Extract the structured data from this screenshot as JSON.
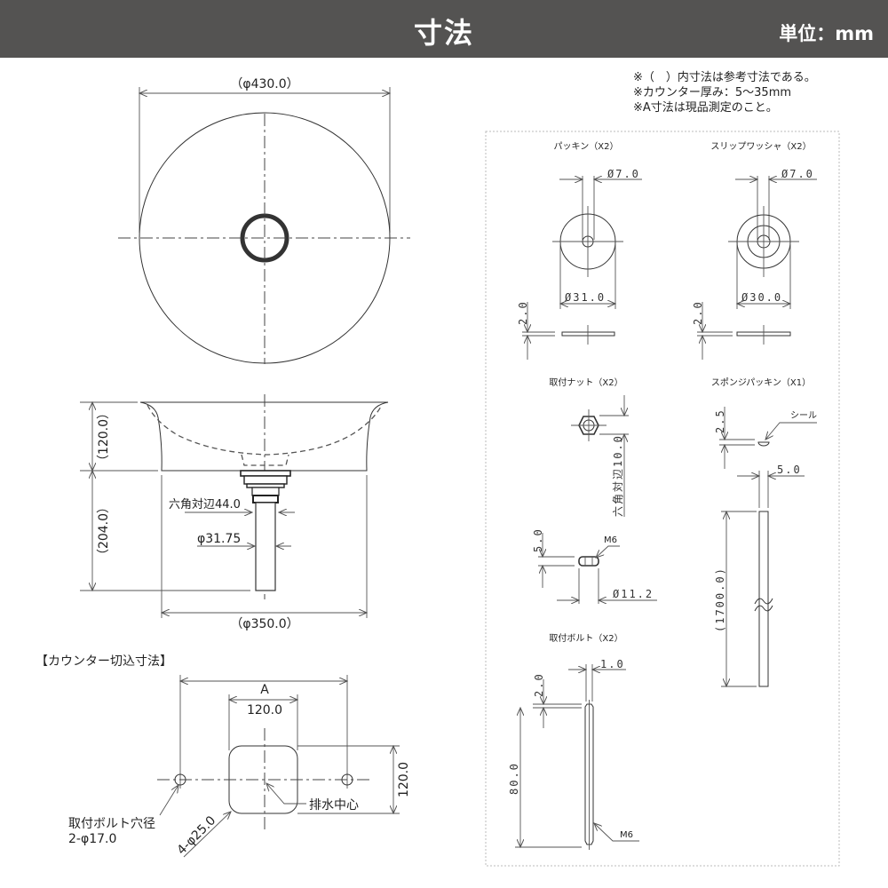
{
  "header": {
    "title": "寸法",
    "unit": "単位：mm"
  },
  "notes": [
    "※（　）内寸法は参考寸法である。",
    "※カウンター厚み：5〜35mm",
    "※A寸法は現品測定のこと。"
  ],
  "top_view": {
    "diameter": "（φ430.0）"
  },
  "section_view": {
    "height_bowl": "（120.0）",
    "height_drain": "（204.0）",
    "hex": "六角対辺44.0",
    "pipe": "φ31.75",
    "bottom_diameter": "（φ350.0）"
  },
  "cutout": {
    "title": "【カウンター切込寸法】",
    "a_label": "A",
    "width": "120.0",
    "height": "120.0",
    "bolt_hole_label": "取付ボルト穴径",
    "bolt_hole_value": "2-φ17.0",
    "corner": "4-φ25.0",
    "drain_center": "排水中心"
  },
  "parts": {
    "packing": {
      "title": "パッキン（X2）",
      "inner": "Ø7.0",
      "outer": "Ø31.0",
      "thickness": "2.0"
    },
    "washer": {
      "title": "スリップワッシャ（X2）",
      "inner": "Ø7.0",
      "outer": "Ø30.0",
      "thickness": "2.0"
    },
    "nut": {
      "title": "取付ナット（X2）",
      "hex": "六角対辺10.0",
      "height": "5.0",
      "thread": "M6",
      "diameter": "Ø11.2"
    },
    "sponge": {
      "title": "スポンジパッキン（X1）",
      "seal": "シール",
      "thickness": "2.5",
      "width": "5.0",
      "length": "(1700.0)"
    },
    "bolt": {
      "title": "取付ボルト（X2）",
      "diameter": "1.0",
      "tip": "2.0",
      "length": "80.0",
      "thread": "M6"
    }
  }
}
